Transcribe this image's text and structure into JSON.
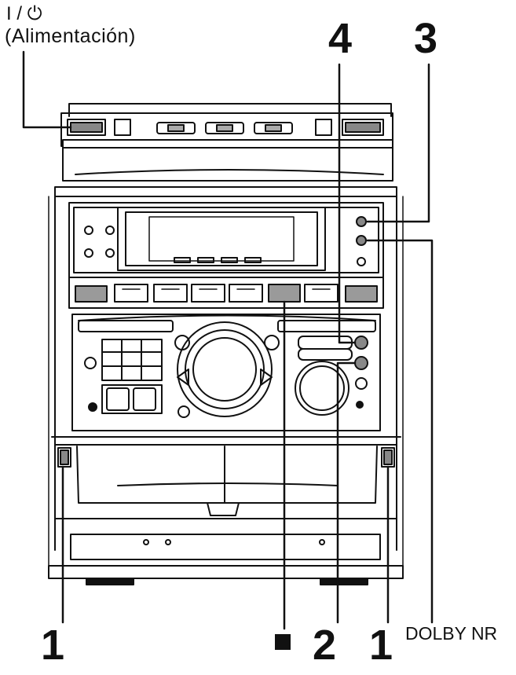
{
  "labels": {
    "power_symbol": "I / ⏻",
    "power_name": "(Alimentación)",
    "callout_4": "4",
    "callout_3": "3",
    "callout_1_left": "1",
    "callout_2": "2",
    "callout_1_right": "1",
    "dolby": "DOLBY NR"
  },
  "icons": {
    "stop": "stop-square-icon",
    "power": "power-icon"
  },
  "colors": {
    "ink": "#111111",
    "shade": "#9a9a9a",
    "background": "#ffffff"
  }
}
